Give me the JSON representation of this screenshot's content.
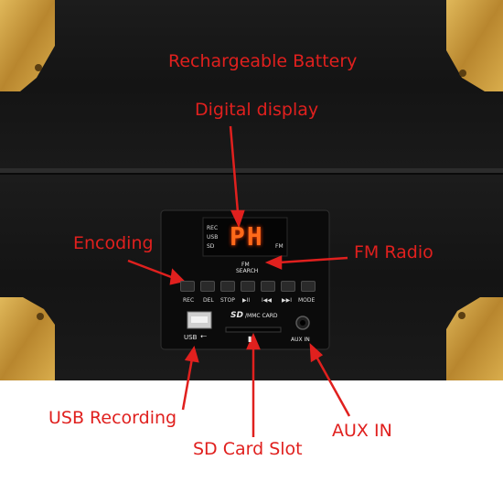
{
  "callouts": {
    "battery": "Rechargeable Battery",
    "display": "Digital display",
    "encoding": "Encoding",
    "fm_radio": "FM Radio",
    "usb_recording": "USB Recording",
    "sd_card_slot": "SD Card Slot",
    "aux_in": "AUX IN"
  },
  "panel": {
    "display_readout": "PH",
    "indicators_left": [
      "REC",
      "USB",
      "SD"
    ],
    "indicators_right": [
      "FM"
    ],
    "fm_search_line1": "FM",
    "fm_search_line2": "SEARCH",
    "button_labels": [
      "REC",
      "DEL",
      "STOP",
      "▶II",
      "I◀◀",
      "▶▶I",
      "MODE"
    ],
    "sd_logo": "SD",
    "sd_caption": "/MMC CARD",
    "usb_label": "USB",
    "aux_label": "AUX IN"
  },
  "colors": {
    "annotation_red": "#e0201e",
    "case_black": "#151515",
    "brass": "#c89a3a",
    "display_orange": "#ff6a1a"
  }
}
